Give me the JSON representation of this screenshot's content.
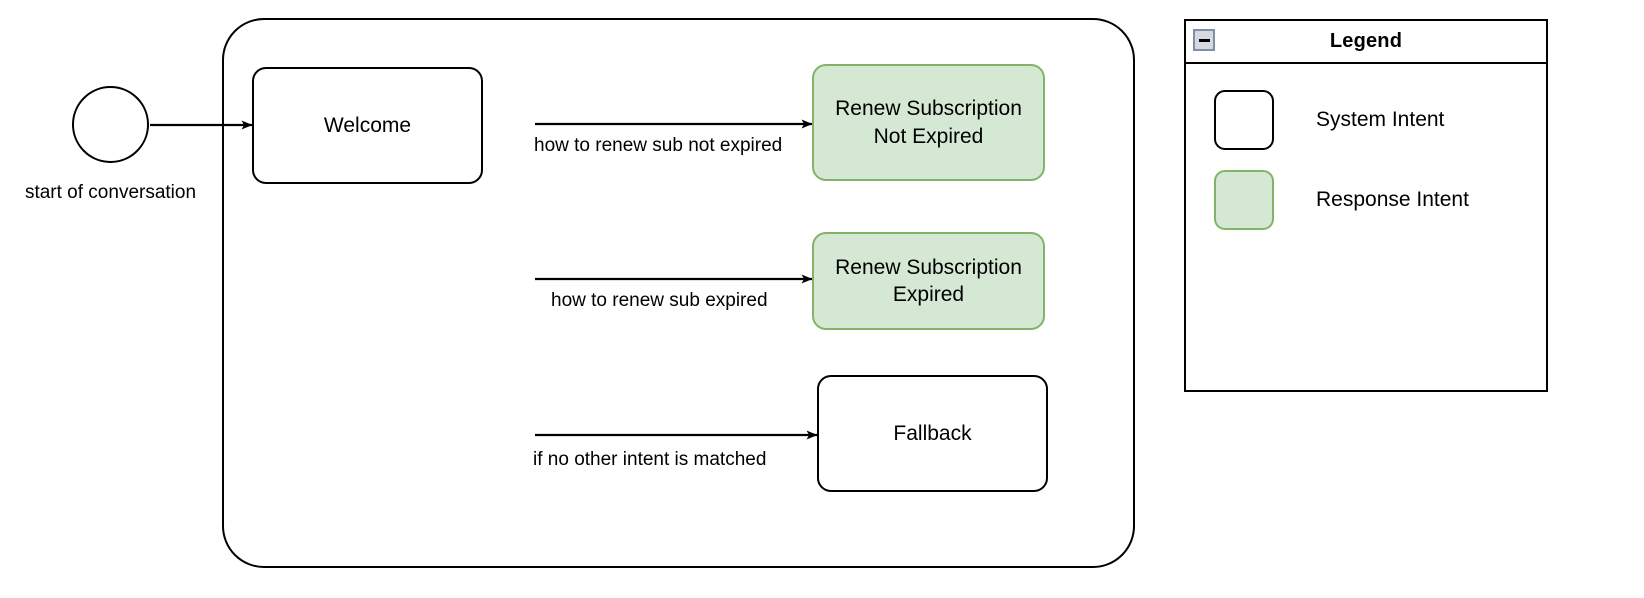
{
  "diagram": {
    "group_container": {
      "name": "conversation-flow-group"
    },
    "start": {
      "label": "start of conversation",
      "shape": "circle"
    },
    "nodes": [
      {
        "id": "welcome",
        "label": "Welcome",
        "type": "system-intent"
      },
      {
        "id": "renew-not-expired",
        "label": "Renew Subscription\nNot Expired",
        "line1": "Renew Subscription",
        "line2": "Not Expired",
        "type": "response-intent"
      },
      {
        "id": "renew-expired",
        "label": "Renew Subscription\nExpired",
        "line1": "Renew Subscription",
        "line2": "Expired",
        "type": "response-intent"
      },
      {
        "id": "fallback",
        "label": "Fallback",
        "type": "system-intent"
      }
    ],
    "edges": [
      {
        "id": "edge-1",
        "label": "how to renew sub not expired",
        "from": "welcome",
        "to": "renew-not-expired"
      },
      {
        "id": "edge-2",
        "label": "how to renew sub expired",
        "from": "welcome",
        "to": "renew-expired"
      },
      {
        "id": "edge-3",
        "label": "if no other intent is matched",
        "from": "welcome",
        "to": "fallback"
      }
    ]
  },
  "legend": {
    "title": "Legend",
    "collapse_icon": "minus-icon",
    "items": [
      {
        "label": "System Intent",
        "swatch": "white-rounded-box"
      },
      {
        "label": "Response Intent",
        "swatch": "green-rounded-box"
      }
    ]
  },
  "colors": {
    "response_fill": "#d5e8d4",
    "response_stroke": "#82b366",
    "system_fill": "#ffffff",
    "system_stroke": "#000000",
    "canvas": "#ffffff"
  }
}
